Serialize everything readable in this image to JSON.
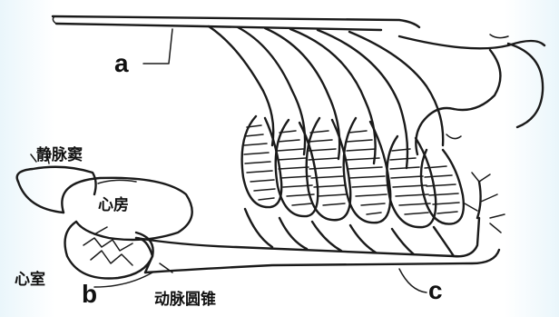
{
  "labels": {
    "a": "a",
    "b": "b",
    "c": "c",
    "venous_sinus": "静脉窦",
    "atrium": "心房",
    "ventricle": "心室",
    "arterial_cone": "动脉圆锥"
  }
}
